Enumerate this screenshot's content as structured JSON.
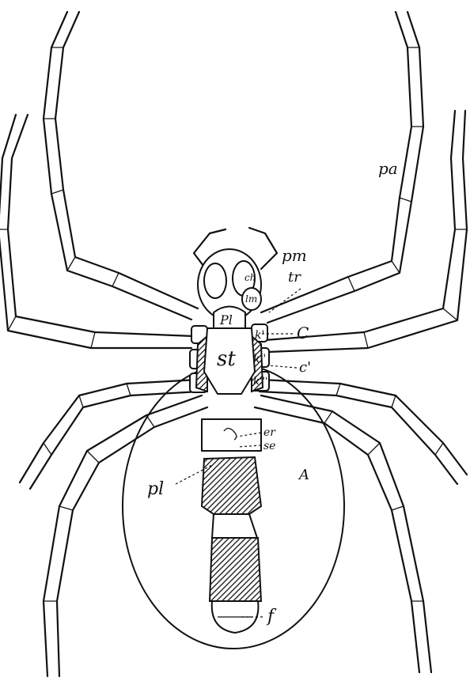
{
  "figure": {
    "labels": {
      "pa": "pa",
      "pm": "pm",
      "tr": "tr",
      "ch": "ch",
      "lm": "lm",
      "pl_upper": "Pl",
      "k1": "k'",
      "c": "C",
      "st": "st",
      "k2": "k''",
      "c2": "c'",
      "k3": "k'''",
      "er": "er",
      "se": "se",
      "pl_lower": "pl",
      "a": "A",
      "f": "f"
    }
  }
}
